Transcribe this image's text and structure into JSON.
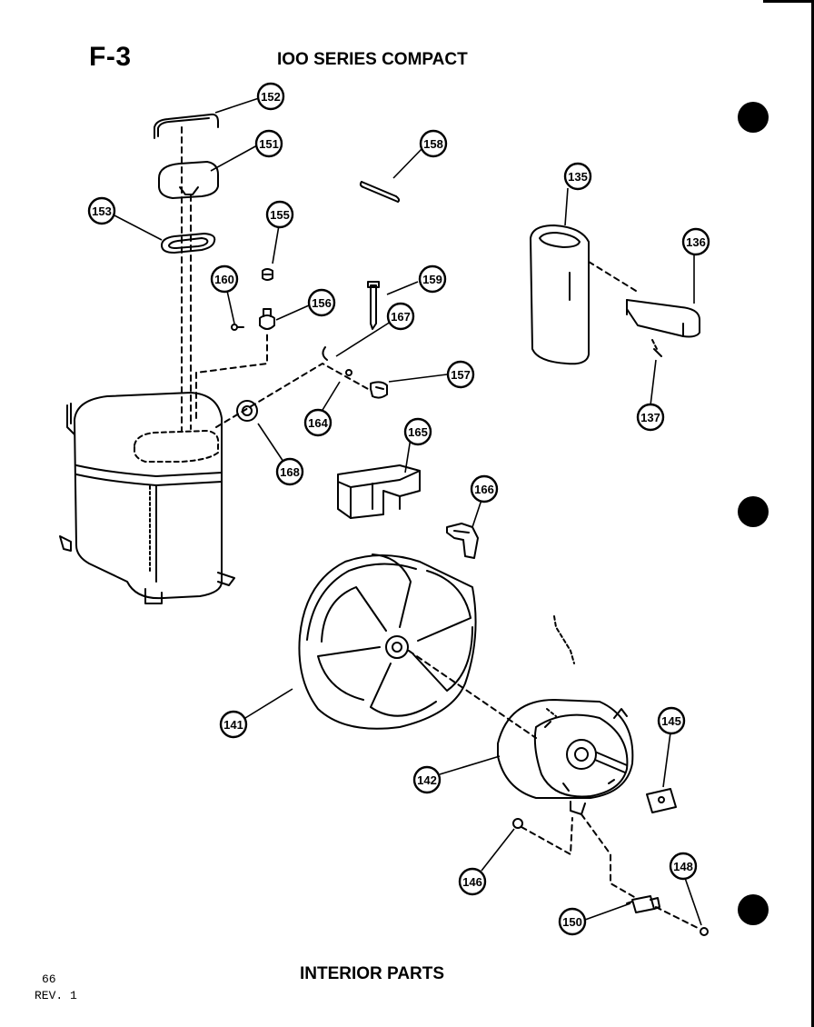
{
  "header": {
    "figure_code": "F-3",
    "series_title": "IOO SERIES COMPACT"
  },
  "footer": {
    "title": "INTERIOR PARTS",
    "page_number": "66",
    "revision": "REV. 1"
  },
  "callouts": [
    "152",
    "151",
    "153",
    "155",
    "158",
    "135",
    "136",
    "160",
    "156",
    "159",
    "167",
    "157",
    "164",
    "137",
    "168",
    "165",
    "166",
    "141",
    "142",
    "145",
    "146",
    "148",
    "150"
  ]
}
